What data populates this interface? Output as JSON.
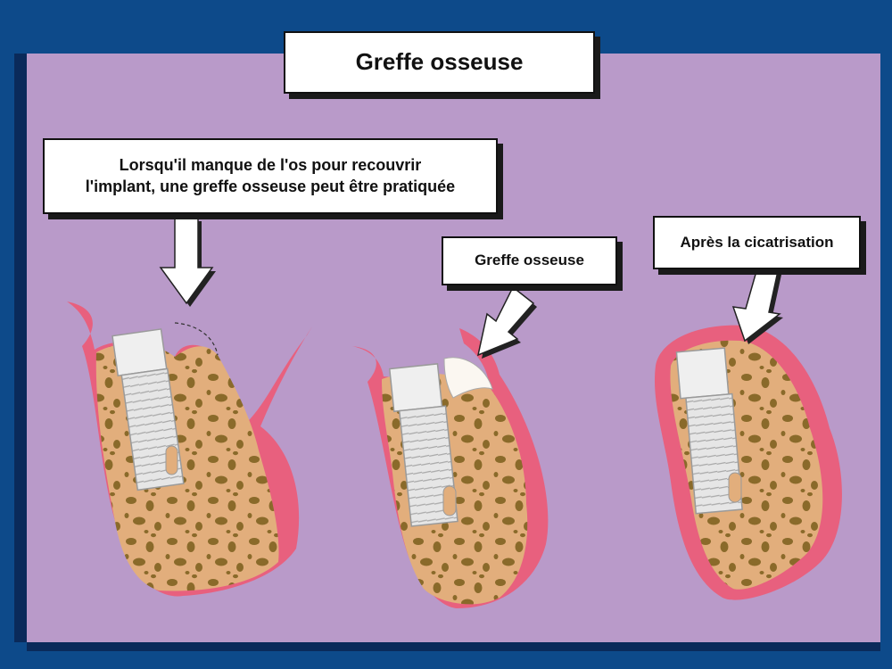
{
  "title": "Greffe osseuse",
  "callouts": {
    "intro_line1": "Lorsqu'il manque de l'os pour recouvrir",
    "intro_line2": "l'implant, une greffe osseuse peut être pratiquée",
    "graft_label": "Greffe osseuse",
    "healing_label": "Après la cicatrisation"
  },
  "colors": {
    "background": "#0d4a8a",
    "panel": "#b99ac9",
    "gum": "#e8607e",
    "bone": "#e2ae7c",
    "bone_pore": "#8a6a2a",
    "implant": "#e6e6e6",
    "graft": "#fbf7f1"
  }
}
